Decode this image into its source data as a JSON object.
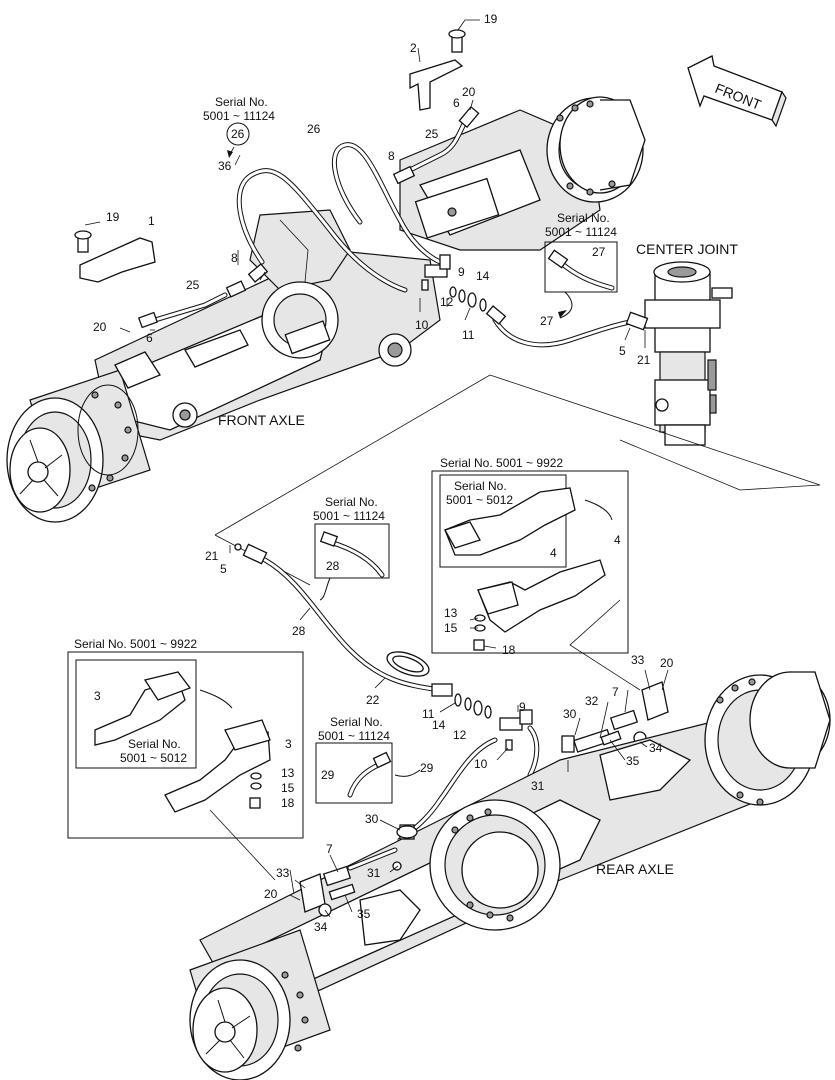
{
  "direction_arrow": {
    "label": "FRONT"
  },
  "section_labels": {
    "front_axle": "FRONT AXLE",
    "center_joint": "CENTER JOINT",
    "rear_axle": "REAR AXLE"
  },
  "serial_notes": {
    "top_26_36": {
      "line1": "Serial No.",
      "line2": "5001 ~ 11124",
      "circled": "26"
    },
    "inset_27": {
      "line1": "Serial No.",
      "line2": "5001 ~ 11124"
    },
    "inset_28": {
      "line1": "Serial No.",
      "line2": "5001 ~ 11124"
    },
    "box_4_outer": "Serial No. 5001 ~ 9922",
    "box_4_inner": {
      "line1": "Serial No.",
      "line2": "5001 ~ 5012"
    },
    "box_3_outer": "Serial No. 5001 ~ 9922",
    "box_3_inner": {
      "line1": "Serial No.",
      "line2": "5001 ~ 5012"
    },
    "inset_29": {
      "line1": "Serial No.",
      "line2": "5001 ~ 11124"
    }
  },
  "callouts": {
    "c19a": "19",
    "c2": "2",
    "c20a": "20",
    "c6a": "6",
    "c25a": "25",
    "c26": "26",
    "c8a": "8",
    "c36": "36",
    "c19b": "19",
    "c1": "1",
    "c8b": "8",
    "c25b": "25",
    "c20b": "20",
    "c6b": "6",
    "c9a": "9",
    "c14a": "14",
    "c12a": "12",
    "c10a": "10",
    "c11a": "11",
    "c27in": "27",
    "c27": "27",
    "c5a": "5",
    "c21a": "21",
    "c4in": "4",
    "c4": "4",
    "c13a": "13",
    "c15a": "15",
    "c18a": "18",
    "c21b": "21",
    "c5b": "5",
    "c28in": "28",
    "c28": "28",
    "c22": "22",
    "c11b": "11",
    "c14b": "14",
    "c9b": "9",
    "c12b": "12",
    "c10b": "10",
    "c33a": "33",
    "c20c": "20",
    "c7a": "7",
    "c32": "32",
    "c30a": "30",
    "c34a": "34",
    "c35a": "35",
    "c31a": "31",
    "c29in": "29",
    "c29": "29",
    "c3in": "3",
    "c3": "3",
    "c13b": "13",
    "c15b": "15",
    "c18b": "18",
    "c30b": "30",
    "c7b": "7",
    "c31b": "31",
    "c33b": "33",
    "c20d": "20",
    "c34b": "34",
    "c35b": "35"
  }
}
